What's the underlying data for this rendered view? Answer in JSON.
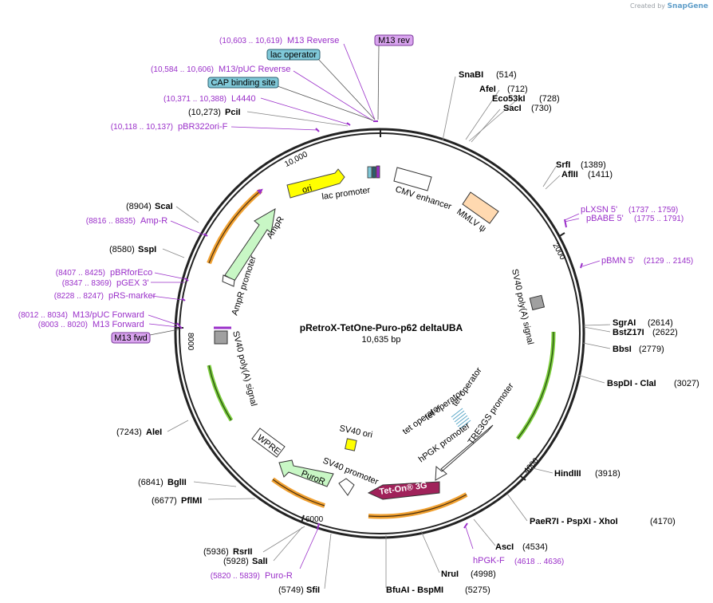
{
  "credit": {
    "prefix": "Created by",
    "brand": "SnapGene"
  },
  "plasmid": {
    "name": "pRetroX-TetOne-Puro-p62 deltaUBA",
    "size": "10,635 bp"
  },
  "ticks": {
    "t2000": "2000",
    "t4000": "4000",
    "t6000": "6000",
    "t8000": "8000",
    "t10000": "10,000"
  },
  "features": {
    "lac_promoter": "lac promoter",
    "cmv_enhancer": "CMV enhancer",
    "mmlv_psi": "MMLV ψ",
    "sv40_polya_right": "SV40 poly(A) signal",
    "tet_op1": "tet operator",
    "tet_op2": "tet operator",
    "tet_op3": "tet operator",
    "tre3gs": "TRE3GS promoter",
    "hpgk": "hPGK promoter",
    "teton": "Tet-On® 3G",
    "sv40_promoter": "SV40 promoter",
    "puror": "PuroR",
    "wpre": "WPRE",
    "sv40_ori": "SV40 ori",
    "sv40_polya_left": "SV40 poly(A) signal",
    "ampr_promoter": "AmpR promoter",
    "ampr": "AmpR",
    "ori": "ori"
  },
  "boxed": {
    "m13rev": "M13 rev",
    "lacop": "lac operator",
    "cap": "CAP binding site",
    "m13fwd": "M13 fwd"
  },
  "primers": {
    "m13_reverse": {
      "name": "M13 Reverse",
      "pos": "(10,603 .. 10,619)"
    },
    "m13_puc_reverse": {
      "name": "M13/pUC Reverse",
      "pos": "(10,584 .. 10,606)"
    },
    "l4440": {
      "name": "L4440",
      "pos": "(10,371 .. 10,388)"
    },
    "pbr322ori": {
      "name": "pBR322ori-F",
      "pos": "(10,118 .. 10,137)"
    },
    "ampr_primer": {
      "name": "Amp-R",
      "pos": "(8816 .. 8835)"
    },
    "pbrforeco": {
      "name": "pBRforEco",
      "pos": "(8407 .. 8425)"
    },
    "pgex3": {
      "name": "pGEX 3'",
      "pos": "(8347 .. 8369)"
    },
    "prs_marker": {
      "name": "pRS-marker",
      "pos": "(8228 .. 8247)"
    },
    "m13_puc_forward": {
      "name": "M13/pUC Forward",
      "pos": "(8012 .. 8034)"
    },
    "m13_forward": {
      "name": "M13 Forward",
      "pos": "(8003 .. 8020)"
    },
    "plxsn": {
      "name": "pLXSN 5'",
      "pos": "(1737 .. 1759)"
    },
    "pbabe": {
      "name": "pBABE 5'",
      "pos": "(1775 .. 1791)"
    },
    "pbmn": {
      "name": "pBMN 5'",
      "pos": "(2129 .. 2145)"
    },
    "hpgkf": {
      "name": "hPGK-F",
      "pos": "(4618 .. 4636)"
    },
    "puror_primer": {
      "name": "Puro-R",
      "pos": "(5820 .. 5839)"
    }
  },
  "sites": {
    "snabi": {
      "name": "SnaBI",
      "pos": "(514)"
    },
    "afei": {
      "name": "AfeI",
      "pos": "(712)"
    },
    "eco53ki": {
      "name": "Eco53kI",
      "pos": "(728)"
    },
    "saci": {
      "name": "SacI",
      "pos": "(730)"
    },
    "srfi": {
      "name": "SrfI",
      "pos": "(1389)"
    },
    "aflii": {
      "name": "AflII",
      "pos": "(1411)"
    },
    "sgrai": {
      "name": "SgrAI",
      "pos": "(2614)"
    },
    "bstz17i": {
      "name": "BstZ17I",
      "pos": "(2622)"
    },
    "bbsi": {
      "name": "BbsI",
      "pos": "(2779)"
    },
    "bspdi": {
      "name": "BspDI - ClaI",
      "pos": "(3027)"
    },
    "hindiii": {
      "name": "HindIII",
      "pos": "(3918)"
    },
    "paer7i": {
      "name": "PaeR7I - PspXI - XhoI",
      "pos": "(4170)"
    },
    "asci": {
      "name": "AscI",
      "pos": "(4534)"
    },
    "nrui": {
      "name": "NruI",
      "pos": "(4998)"
    },
    "bfuai": {
      "name": "BfuAI - BspMI",
      "pos": "(5275)"
    },
    "sfii": {
      "name": "SfiI",
      "pos": "(5749)"
    },
    "rsrii": {
      "name": "RsrII",
      "pos": "(5936)"
    },
    "sali": {
      "name": "SalI",
      "pos": "(5928)"
    },
    "pfimi": {
      "name": "PflMI",
      "pos": "(6677)"
    },
    "bglii": {
      "name": "BglII",
      "pos": "(6841)"
    },
    "alei": {
      "name": "AleI",
      "pos": "(7243)"
    },
    "sspi": {
      "name": "SspI",
      "pos": "(8580)"
    },
    "scai": {
      "name": "ScaI",
      "pos": "(8904)"
    },
    "pcii": {
      "name": "PciI",
      "pos": "(10,273)"
    }
  },
  "colors": {
    "backbone": "#222222",
    "primer": "#9a2fc9",
    "ori": "#ffff00",
    "ampr": "#c8f7c5",
    "orange_arc": "#f0a030",
    "green_arc": "#7ccd3c",
    "teton": "#a0225a",
    "lacop": "#7fc8d8",
    "m13box": "#d9a4ef",
    "mmlv": "#ffd9b0",
    "grey_box": "#a0a0a0"
  }
}
